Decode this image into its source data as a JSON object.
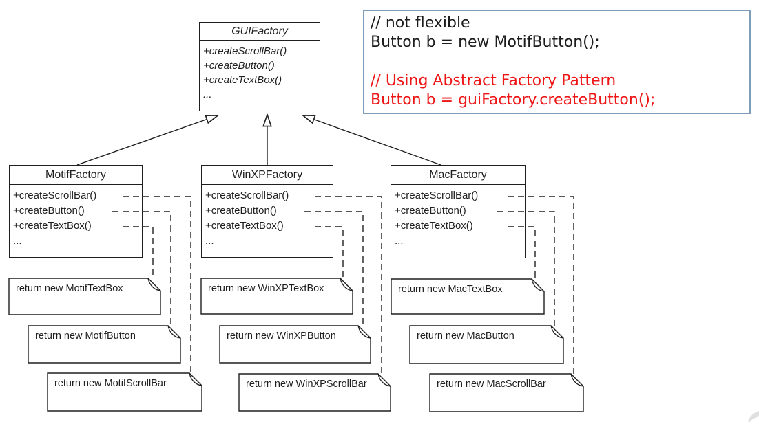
{
  "colors": {
    "ink": "#1f1f1f",
    "code_border": "#7f9db9",
    "code_black": "#1c1c1c",
    "code_red": "#ed1515"
  },
  "diagram": {
    "gui_factory": {
      "title": "GUIFactory",
      "methods": [
        "+createScrollBar()",
        "+createButton()",
        "+createTextBox()",
        "..."
      ]
    },
    "factories": [
      {
        "id": "motif",
        "title": "MotifFactory",
        "methods": [
          "+createScrollBar()",
          "+createButton()",
          "+createTextBox()",
          "..."
        ]
      },
      {
        "id": "winxp",
        "title": "WinXPFactory",
        "methods": [
          "+createScrollBar()",
          "+createButton()",
          "+createTextBox()",
          "..."
        ]
      },
      {
        "id": "mac",
        "title": "MacFactory",
        "methods": [
          "+createScrollBar()",
          "+createButton()",
          "+createTextBox()",
          "..."
        ]
      }
    ],
    "notes": [
      {
        "id": "motif-textbox",
        "text": "return new MotifTextBox"
      },
      {
        "id": "motif-button",
        "text": "return new MotifButton"
      },
      {
        "id": "motif-scrollbar",
        "text": "return new MotifScrollBar"
      },
      {
        "id": "winxp-textbox",
        "text": "return new WinXPTextBox"
      },
      {
        "id": "winxp-button",
        "text": "return new WinXPButton"
      },
      {
        "id": "winxp-scrollbar",
        "text": "return new WinXPScrollBar"
      },
      {
        "id": "mac-textbox",
        "text": "return new MacTextBox"
      },
      {
        "id": "mac-button",
        "text": "return new MacButton"
      },
      {
        "id": "mac-scrollbar",
        "text": "return new MacScrollBar"
      }
    ]
  },
  "code_snippet": {
    "lines": [
      {
        "text": "// not flexible",
        "color": "#1c1c1c"
      },
      {
        "text": "Button b = new MotifButton();",
        "color": "#1c1c1c"
      },
      {
        "text": "",
        "color": "#1c1c1c"
      },
      {
        "text": "// Using Abstract Factory Pattern",
        "color": "#ed1515"
      },
      {
        "text": "Button b = guiFactory.createButton();",
        "color": "#ed1515"
      }
    ]
  }
}
